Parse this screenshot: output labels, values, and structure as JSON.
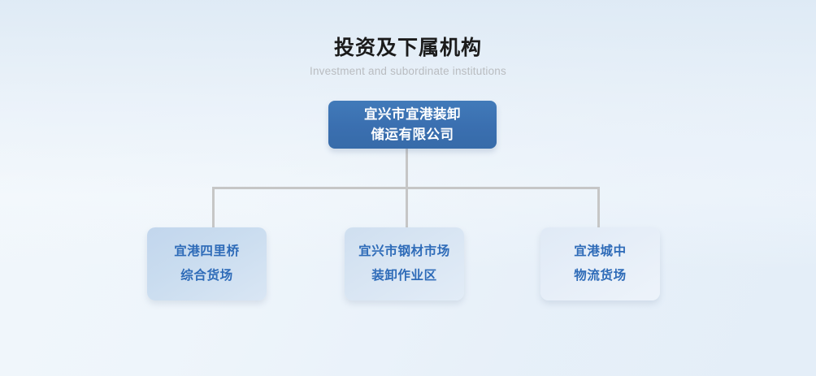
{
  "page": {
    "background_top_left": "#f2f7fb",
    "background_top_right": "#e8eff7",
    "background_bottom": "#ffffff"
  },
  "header": {
    "title": "投资及下属机构",
    "subtitle": "Investment and subordinate institutions",
    "title_color": "#1b1b1b",
    "subtitle_color": "#b9bcc0"
  },
  "org_chart": {
    "type": "org-chart",
    "connector_color": "#c6c6c6",
    "root": {
      "label": "宜兴市宜港装卸\n储运有限公司",
      "background_color": "#3a6fb0",
      "text_color": "#ffffff"
    },
    "children": [
      {
        "label": "宜港四里桥\n综合货场",
        "background_color": "#c9dcef",
        "text_color": "#2e6bb8"
      },
      {
        "label": "宜兴市钢材市场\n装卸作业区",
        "background_color": "#d8e5f3",
        "text_color": "#2e6bb8"
      },
      {
        "label": "宜港城中\n物流货场",
        "background_color": "#e6eef8",
        "text_color": "#2e6bb8"
      }
    ]
  }
}
